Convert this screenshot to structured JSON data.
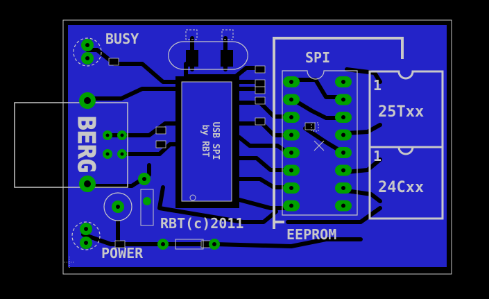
{
  "colors": {
    "background": "#000000",
    "board": "#2323c8",
    "copper": "#000000",
    "pad": "#00a000",
    "silkscreen": "#c8c8c8",
    "outline": "#c8c8c8"
  },
  "labels": {
    "busy": "BUSY",
    "power": "POWER",
    "spi": "SPI",
    "eeprom": "EEPROM",
    "chip_25": "25Txx",
    "chip_24": "24Cxx",
    "copyright": "RBT(c)2011",
    "socket_pin1_top": "1",
    "socket_pin1_bottom": "1",
    "usb_brand": "BERG",
    "ic_mirror_line1": "USB SPI",
    "ic_mirror_line2": "by RBT"
  }
}
